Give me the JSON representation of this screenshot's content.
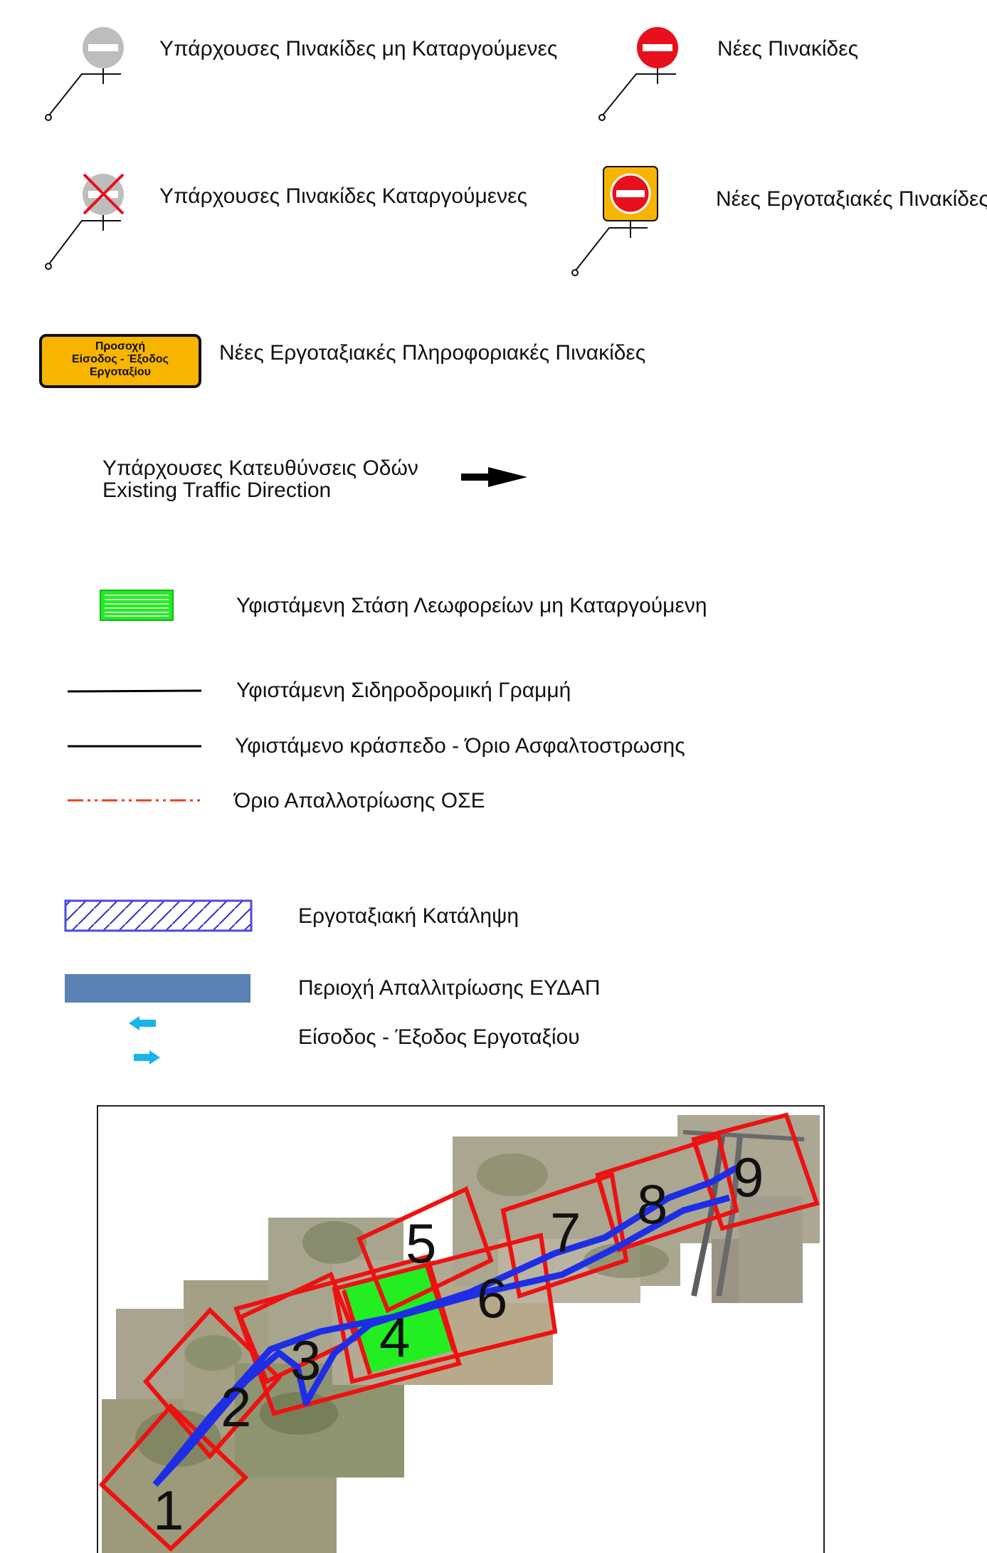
{
  "legend": {
    "existing_signs_kept": "Υπάρχουσες Πινακίδες μη Καταργούμενες",
    "new_signs": "Νέες Πινακίδες",
    "existing_signs_removed": "Υπάρχουσες Πινακίδες Καταργούμενες",
    "new_worksite_signs": "Νέες Εργοταξιακές Πινακίδες",
    "new_worksite_info_signs": "Νέες Εργοταξιακές Πληροφοριακές Πινακίδες",
    "info_sign_text": [
      "Προσοχή",
      "Είσοδος - Έξοδος",
      "Εργοταξίου"
    ],
    "traffic_direction_gr": "Υπάρχουσες Κατευθύνσεις Οδών",
    "traffic_direction_en": "Existing Traffic Direction",
    "bus_stop": "Υφιστάμενη Στάση  Λεωφορείων μη Καταργούμενη",
    "railway_line": "Υφιστάμενη Σιδηροδρομική Γραμμή",
    "curb": "Υφιστάμενο κράσπεδο - Όριο Ασφαλτοστρωσης",
    "ose_boundary": "Όριο Απαλλοτρίωσης ΟΣΕ",
    "worksite_occupation": "Εργοταξιακή Κατάληψη",
    "eydap_area": "Περιοχή Απαλλιτρίωσης ΕΥΔΑΠ",
    "worksite_entry_exit": "Είσοδος -  Έξοδος Εργοταξίου"
  },
  "map": {
    "sheet_numbers": [
      "1",
      "2",
      "3",
      "4",
      "5",
      "6",
      "7",
      "8",
      "9"
    ]
  },
  "colors": {
    "sign_grey": "#bdbdbd",
    "sign_red": "#e8101c",
    "worksite_yellow": "#f7b500",
    "bus_stop_green": "#22ee22",
    "ose_red": "#e8401c",
    "hatch_blue": "#4a4ae0",
    "eydap_blue": "#5a82b4",
    "arrow_cyan": "#1ab4ec",
    "sheet_red": "#ee1111",
    "route_blue": "#1e2ee6"
  }
}
